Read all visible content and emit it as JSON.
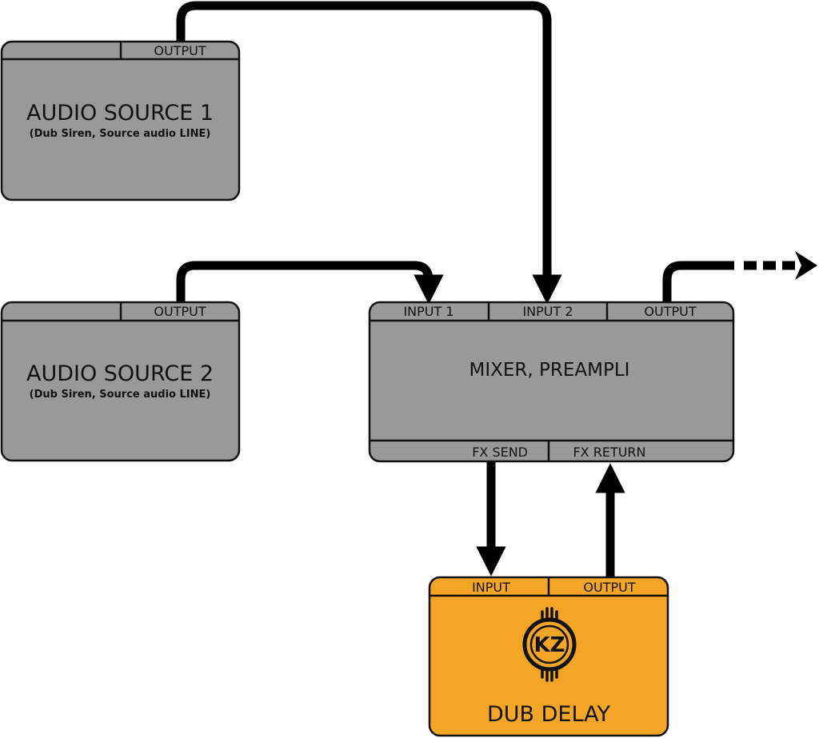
{
  "colors": {
    "device_fill": "#999999",
    "effect_fill": "#f5a526",
    "stroke": "#111111",
    "wire": "#000000"
  },
  "devices": {
    "source1": {
      "title": "AUDIO SOURCE 1",
      "subtitle": "(Dub Siren, Source audio LINE)",
      "output_label": "OUTPUT"
    },
    "source2": {
      "title": "AUDIO SOURCE 2",
      "subtitle": "(Dub Siren, Source audio LINE)",
      "output_label": "OUTPUT"
    },
    "mixer": {
      "title": "MIXER, PREAMPLI",
      "input1_label": "INPUT 1",
      "input2_label": "INPUT 2",
      "output_label": "OUTPUT",
      "fx_send_label": "FX SEND",
      "fx_return_label": "FX RETURN"
    },
    "dub_delay": {
      "title": "DUB DELAY",
      "input_label": "INPUT",
      "output_label": "OUTPUT",
      "logo_icon": "kz-logo-icon",
      "logo_text": "KZ"
    }
  }
}
